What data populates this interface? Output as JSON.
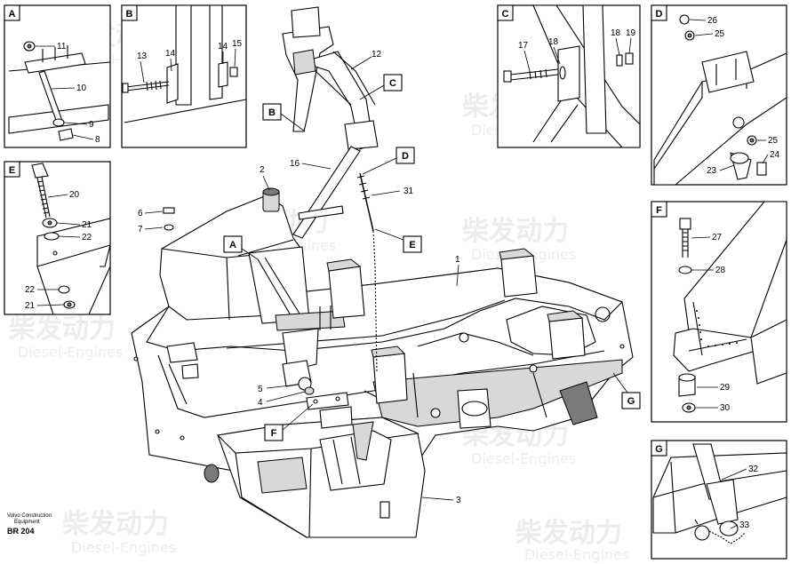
{
  "insets": {
    "A": {
      "tag": "A",
      "labels": [
        "11",
        "10",
        "9",
        "8"
      ]
    },
    "B": {
      "tag": "B",
      "labels": [
        "13",
        "14",
        "14",
        "15"
      ]
    },
    "C": {
      "tag": "C",
      "labels": [
        "17",
        "18",
        "18",
        "19"
      ]
    },
    "D": {
      "tag": "D",
      "labels": [
        "26",
        "25",
        "25",
        "24",
        "23"
      ]
    },
    "E": {
      "tag": "E",
      "labels": [
        "20",
        "21",
        "22",
        "22",
        "21"
      ]
    },
    "F": {
      "tag": "F",
      "labels": [
        "27",
        "28",
        "29",
        "30"
      ]
    },
    "G": {
      "tag": "G",
      "labels": [
        "32",
        "33"
      ]
    }
  },
  "main": {
    "callouts": {
      "B": "B",
      "C": "C",
      "D": "D",
      "E": "E",
      "A": "A",
      "F": "F",
      "G": "G"
    },
    "labels": {
      "n1": "1",
      "n2": "2",
      "n3": "3",
      "n4": "4",
      "n5": "5",
      "n6": "6",
      "n7": "7",
      "n12": "12",
      "n16": "16",
      "n31": "31"
    }
  },
  "footer": {
    "line1": "Volvo Construction",
    "line2": "Equipment",
    "code": "BR 204"
  },
  "watermark": {
    "brand": "柴发动力",
    "sub": "Diesel-Engines"
  }
}
